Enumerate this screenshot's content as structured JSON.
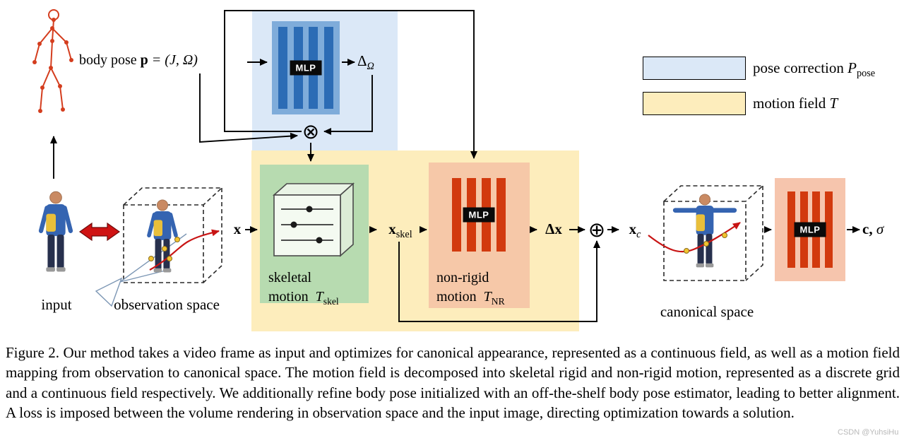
{
  "figure": {
    "caption": "Figure 2. Our method takes a video frame as input and optimizes for canonical appearance, represented as a continuous field, as well as a motion field mapping from observation to canonical space. The motion field is decomposed into skeletal rigid and non-rigid motion, represented as a discrete grid and a continuous field respectively. We additionally refine body pose initialized with an off-the-shelf body pose estimator, leading to better alignment. A loss is imposed between the volume rendering in observation space and the input image, directing optimization towards a solution.",
    "watermark": "CSDN @YuhsiHu"
  },
  "legend": {
    "pose_correction": {
      "text": "pose correction",
      "var": "P",
      "sub": "pose"
    },
    "motion_field": {
      "text": "motion field",
      "var": "T"
    }
  },
  "pose_branch": {
    "body_pose_text": "body pose",
    "body_pose_p": "p",
    "body_pose_math": "= (J, Ω)",
    "mlp": "MLP",
    "delta_base": "Δ",
    "delta_sub": "Ω",
    "otimes": "⊗"
  },
  "flow": {
    "x": "x",
    "x_skel_base": "x",
    "x_skel_sub": "skel",
    "delta_x": "Δx",
    "oplus": "⊕",
    "x_c_base": "x",
    "x_c_sub": "c",
    "c": "c,",
    "sigma": " σ"
  },
  "blocks": {
    "skeletal": {
      "line1": "skeletal",
      "line2": "motion",
      "var": "T",
      "sub": "skel"
    },
    "nonrigid": {
      "line1": "non-rigid",
      "line2": "motion",
      "var": "T",
      "sub": "NR"
    },
    "mlp_nr": "MLP",
    "mlp_canonical": "MLP"
  },
  "spaces": {
    "input": "input",
    "observation": "observation space",
    "canonical": "canonical space"
  },
  "colors": {
    "pose_bg": "#dbe8f7",
    "motion_bg": "#fdedbc",
    "skel_bg": "#b7dbb0",
    "nr_bg": "#f6c8a8",
    "mlp_blue_bg": "#7facda",
    "mlp_blue_bar": "#2c6cb5",
    "mlp_red_bar": "#d23a0e",
    "canon_mlp_bg": "#f6c5ad",
    "red_accent": "#c81414",
    "sample_dot": "#f2c430"
  }
}
